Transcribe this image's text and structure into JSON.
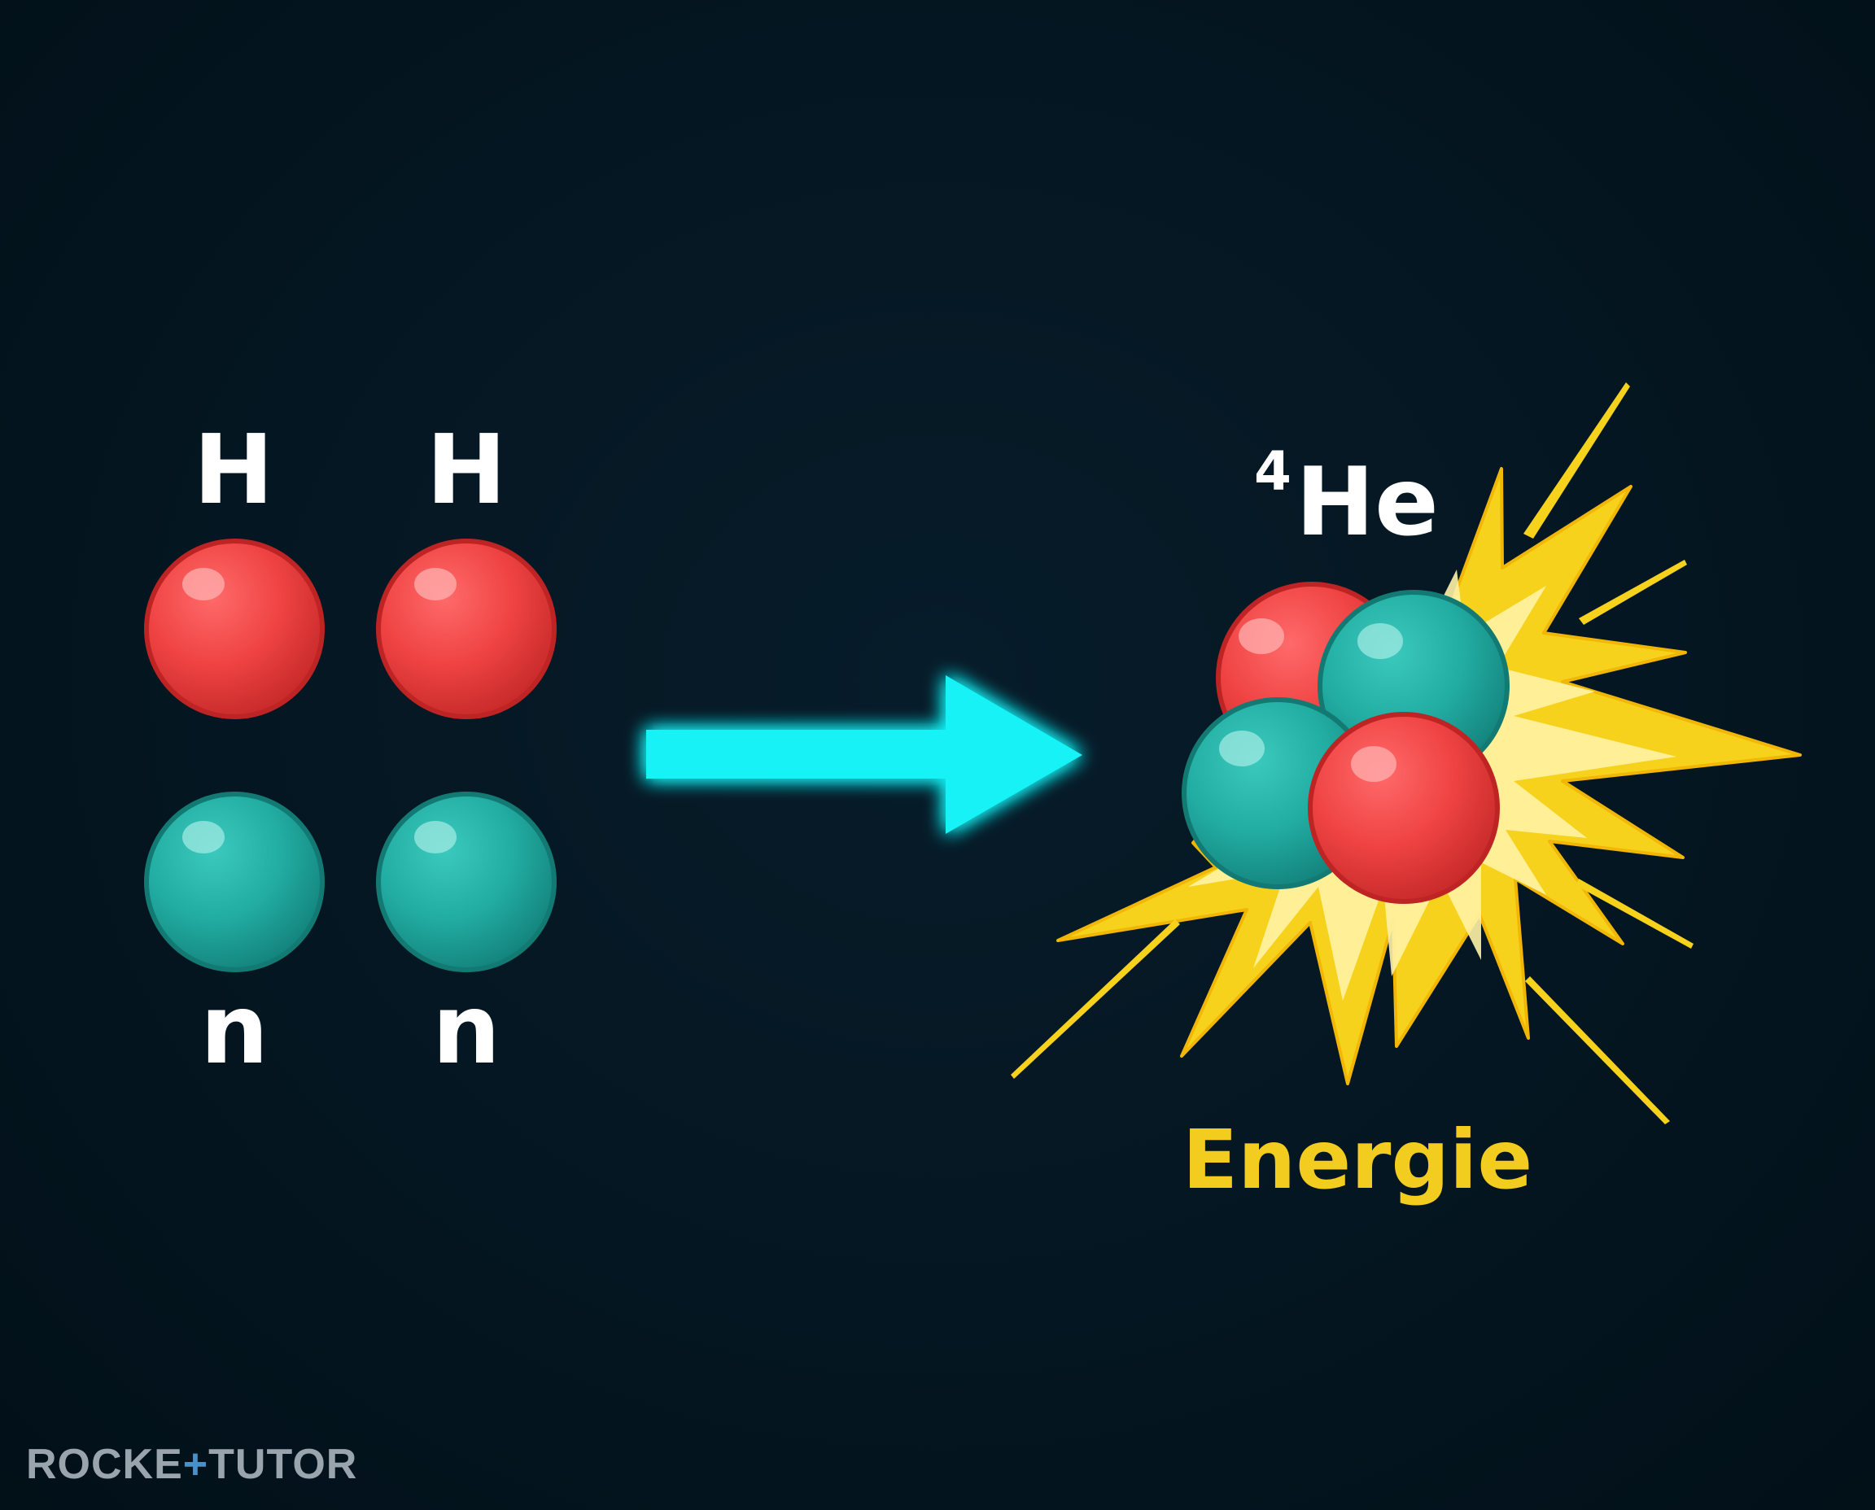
{
  "reactants": {
    "protons": [
      {
        "label": "H"
      },
      {
        "label": "H"
      }
    ],
    "neutrons": [
      {
        "label": "n"
      },
      {
        "label": "n"
      }
    ]
  },
  "product": {
    "mass_number": "4",
    "symbol": "He"
  },
  "energy_label": "Energie",
  "logo": {
    "part1": "ROCKE",
    "plus": "+",
    "part2": "TUTO",
    "part3": "R"
  },
  "colors": {
    "background": "#03141f",
    "proton": "#e83a3a",
    "neutron": "#1fa89e",
    "arrow": "#12f2f5",
    "burst": "#f7d21c",
    "energy_text": "#f2cc1f"
  }
}
